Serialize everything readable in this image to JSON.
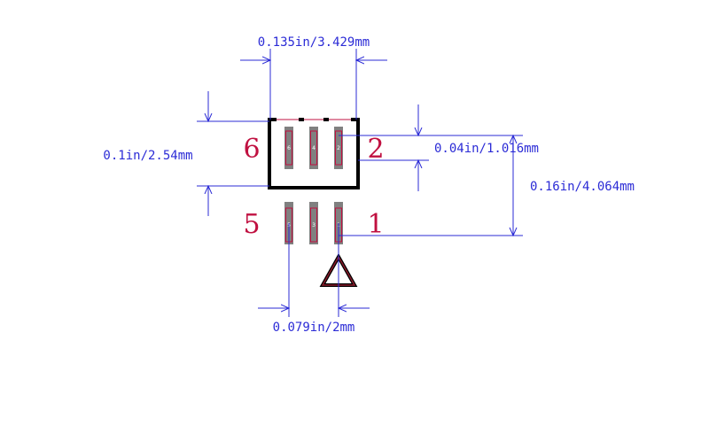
{
  "colors": {
    "dimension": "#2b2bd6",
    "pin_number": "#c01040",
    "pad_fill": "#808080",
    "pad_outline": "#c01040",
    "body_outline": "#000000",
    "assembly_outline": "#c01040",
    "pin1_marker_outer": "#000000",
    "pin1_marker_inner": "#8b1a2a"
  },
  "dimensions": {
    "body_width": "0.135in/3.429mm",
    "body_height": "0.1in/2.54mm",
    "pad_length": "0.04in/1.016mm",
    "overall_span": "0.16in/4.064mm",
    "pitch": "0.079in/2mm"
  },
  "pins": {
    "p6": "6",
    "p2": "2",
    "p5": "5",
    "p1": "1"
  },
  "pad_labels": {
    "top_left": "6",
    "top_mid": "4",
    "top_right": "2",
    "bot_left": "5",
    "bot_mid": "3",
    "bot_right": "1"
  },
  "icons": {
    "pin1_marker": "triangle-marker-icon"
  }
}
